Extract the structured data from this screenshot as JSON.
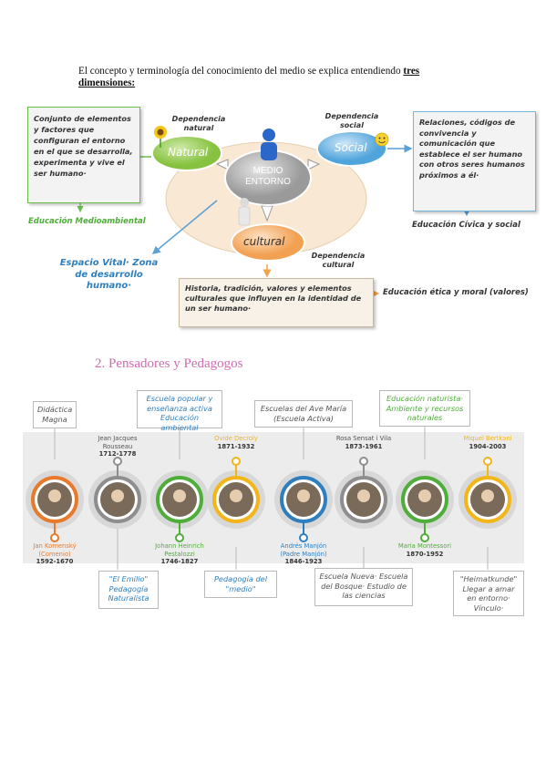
{
  "intro": {
    "text": "El concepto y terminología del conocimiento del medio se explica entendiendo ",
    "bold": "tres dimensiones:"
  },
  "diagram": {
    "left_box": "Conjunto de elementos y factores que configuran el entorno en el que se desarrolla, experimenta y vive el ser humano·",
    "right_box": "Relaciones, códigos de convivencia y comunicación que establece el ser humano con otros seres humanos próximos a él·",
    "bottom_box": "Historia, tradición, valores y elementos culturales que influyen en la identidad de un ser humano·",
    "natural": "Natural",
    "social": "Social",
    "cultural": "cultural",
    "center": "MEDIO ENTORNO",
    "dep_natural": "Dependencia natural",
    "dep_social": "Dependencia social",
    "dep_cultural": "Dependencia cultural",
    "edu_medioambiental": "Educación Medioambiental",
    "edu_civica": "Educación Cívica y social",
    "edu_etica": "Educación ética y moral (valores)",
    "espacio_vital": "Espacio Vital· Zona de desarrollo humano·",
    "colors": {
      "natural": "#8cc63f",
      "social": "#5aaee0",
      "cultural": "#f4a261",
      "center": "#a9a9a9",
      "ellipse": "#f8e6cf"
    }
  },
  "section": {
    "title": "2. Pensadores y Pedagogos"
  },
  "timeline": {
    "top_boxes": [
      {
        "text": "Didáctica Magna"
      },
      {
        "text": "Escuela popular y enseñanza activa Educación ambiental"
      },
      {
        "text": "Escuelas del Ave María (Escuela Activa)"
      },
      {
        "text": "Educación naturista· Ambiente y recursos naturales"
      }
    ],
    "bottom_boxes": [
      {
        "text": "\"El Emilio\" Pedagogía Naturalista"
      },
      {
        "text": "Pedagogía del \"medio\""
      },
      {
        "text": "Escuela Nueva· Escuela del Bosque· Estudio de las ciencias"
      },
      {
        "text": "\"Heimatkunde\" Llegar a amar en entorno· Vínculo·"
      }
    ],
    "people": [
      {
        "name": "Jan Komenský (Comenio)",
        "years": "1592-1670",
        "color": "#e87a2c"
      },
      {
        "name": "Jean Jacques Rousseau",
        "years": "1712-1778",
        "color": "#8e8e8e"
      },
      {
        "name": "Johann Heinrich Pestalozzi",
        "years": "1746-1827",
        "color": "#4fae3a"
      },
      {
        "name": "Ovide Decroly",
        "years": "1871-1932",
        "color": "#f2b61a"
      },
      {
        "name": "Andrés Manjón (Padre Manjón)",
        "years": "1846-1923",
        "color": "#2f7fbf"
      },
      {
        "name": "Rosa Sensat i Vila",
        "years": "1873-1961",
        "color": "#8e8e8e"
      },
      {
        "name": "Maria Montessori",
        "years": "1870-1952",
        "color": "#4fae3a"
      },
      {
        "name": "Miquel Bertkani",
        "years": "1904-2003",
        "color": "#f2b61a"
      }
    ]
  }
}
